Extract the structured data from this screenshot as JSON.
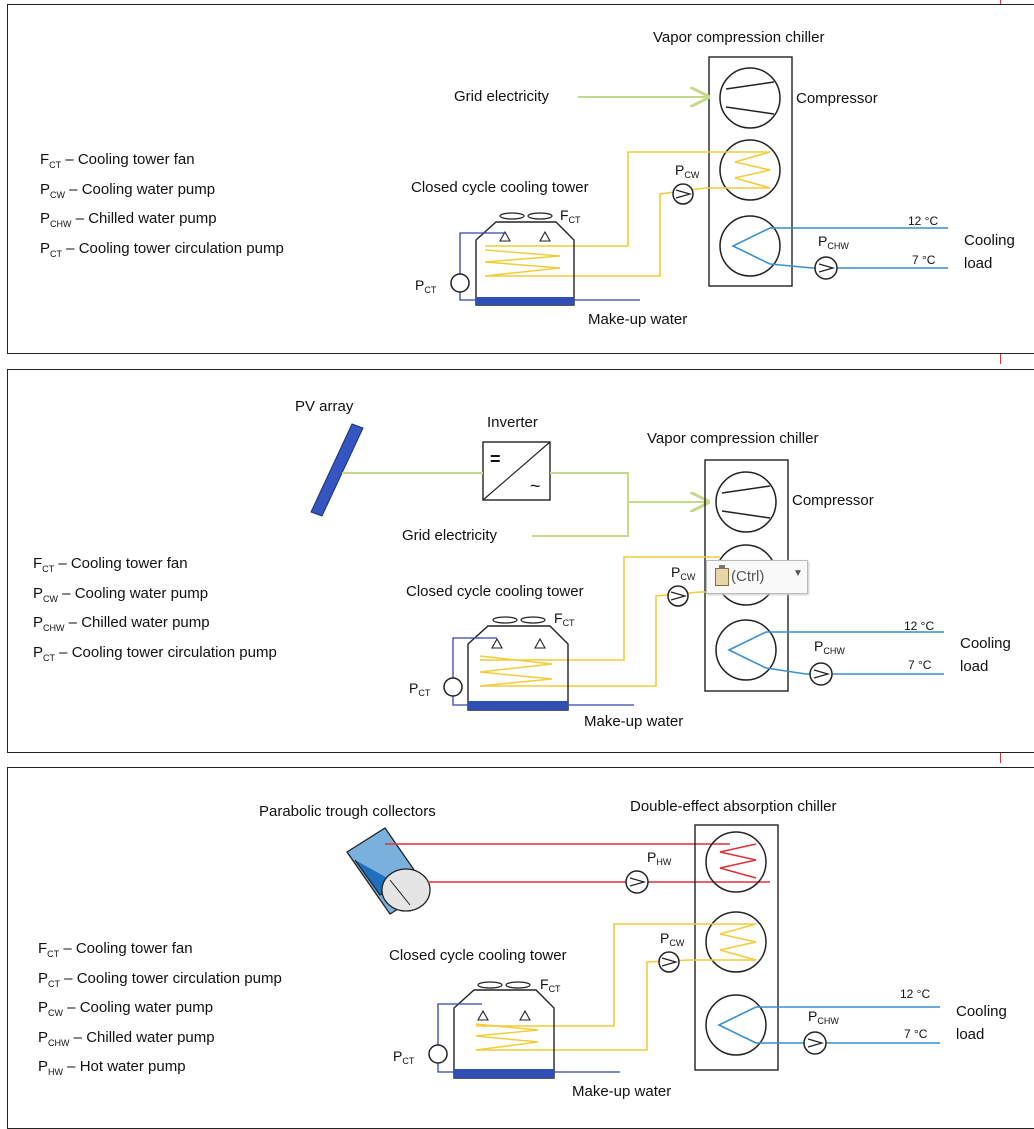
{
  "panel1": {
    "legend": [
      {
        "sym": "F",
        "sub": "CT",
        "text": " – Cooling tower fan"
      },
      {
        "sym": "P",
        "sub": "CW",
        "text": " – Cooling water pump"
      },
      {
        "sym": "P",
        "sub": "CHW",
        "text": " – Chilled water pump"
      },
      {
        "sym": "P",
        "sub": "CT",
        "text": " – Cooling tower circulation pump"
      }
    ],
    "chiller_title": "Vapor compression chiller",
    "grid": "Grid electricity",
    "compressor": "Compressor",
    "tower": "Closed cycle cooling tower",
    "makeup": "Make-up water",
    "t_supply": "12 °C",
    "t_return": "7 °C",
    "load1": "Cooling",
    "load2": "load",
    "f_ct": "F",
    "f_ct_sub": "CT",
    "p_cw": "P",
    "p_cw_sub": "CW",
    "p_chw": "P",
    "p_chw_sub": "CHW",
    "p_ct": "P",
    "p_ct_sub": "CT"
  },
  "panel2": {
    "legend": [
      {
        "sym": "F",
        "sub": "CT",
        "text": " – Cooling tower fan"
      },
      {
        "sym": "P",
        "sub": "CW",
        "text": " – Cooling water pump"
      },
      {
        "sym": "P",
        "sub": "CHW",
        "text": " – Chilled water pump"
      },
      {
        "sym": "P",
        "sub": "CT",
        "text": " – Cooling tower circulation pump"
      }
    ],
    "pv": "PV array",
    "inverter": "Inverter",
    "inv_dc": "=",
    "inv_ac": "~",
    "chiller_title": "Vapor compression chiller",
    "grid": "Grid electricity",
    "compressor": "Compressor",
    "tower": "Closed cycle cooling tower",
    "makeup": "Make-up water",
    "t_supply": "12 °C",
    "t_return": "7 °C",
    "load1": "Cooling",
    "load2": "load",
    "f_ct": "F",
    "f_ct_sub": "CT",
    "p_cw": "P",
    "p_cw_sub": "CW",
    "p_chw": "P",
    "p_chw_sub": "CHW",
    "p_ct": "P",
    "p_ct_sub": "CT",
    "paste_tag": "(Ctrl)"
  },
  "panel3": {
    "legend": [
      {
        "sym": "F",
        "sub": "CT",
        "text": " – Cooling tower fan"
      },
      {
        "sym": "P",
        "sub": "CT",
        "text": " – Cooling tower circulation pump"
      },
      {
        "sym": "P",
        "sub": "CW",
        "text": " – Cooling water pump"
      },
      {
        "sym": "P",
        "sub": "CHW",
        "text": " – Chilled water pump"
      },
      {
        "sym": "P",
        "sub": "HW",
        "text": " – Hot water pump"
      }
    ],
    "collectors": "Parabolic trough collectors",
    "chiller_title": "Double-effect absorption chiller",
    "tower": "Closed cycle cooling tower",
    "makeup": "Make-up water",
    "t_supply": "12 °C",
    "t_return": "7 °C",
    "load1": "Cooling",
    "load2": "load",
    "f_ct": "F",
    "f_ct_sub": "CT",
    "p_hw": "P",
    "p_hw_sub": "HW",
    "p_cw": "P",
    "p_cw_sub": "CW",
    "p_chw": "P",
    "p_chw_sub": "CHW",
    "p_ct": "P",
    "p_ct_sub": "CT"
  },
  "colors": {
    "condenser": "#f2cc3b",
    "chilled": "#3a8fd0",
    "electric": "#c5d98a",
    "hot": "#e0303b",
    "basin": "#2f4fb5",
    "makeup": "#3344aa",
    "pv": "#3555c0"
  }
}
